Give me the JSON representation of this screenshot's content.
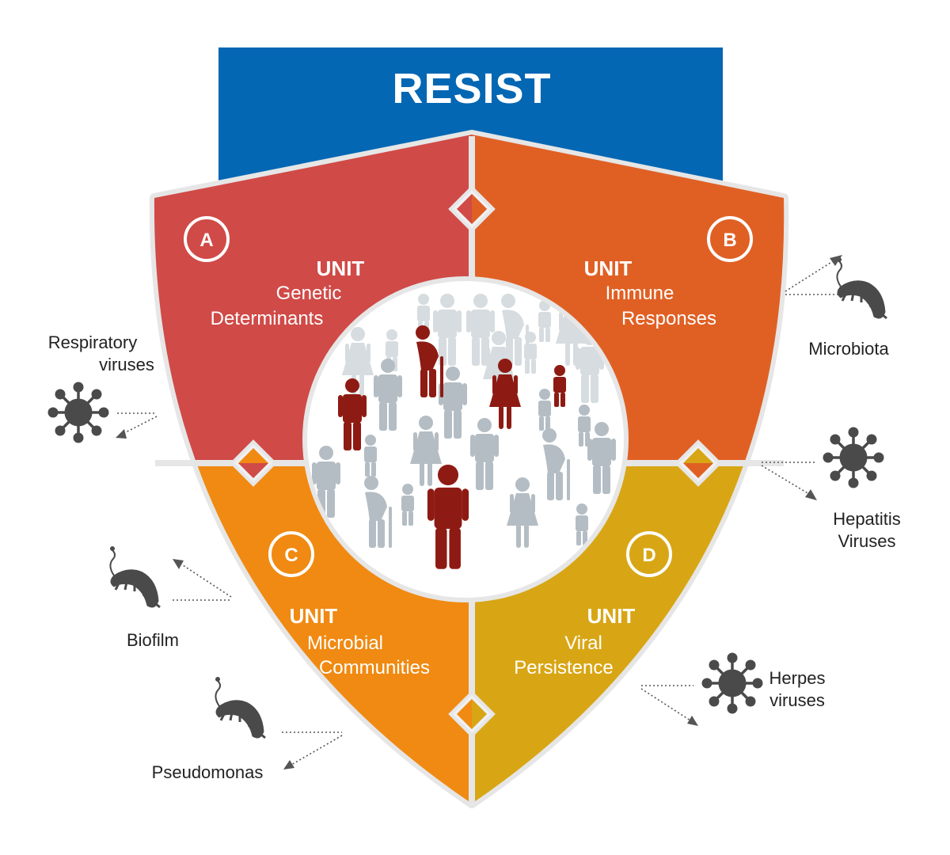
{
  "banner": {
    "title": "RESIST"
  },
  "units": [
    {
      "letter": "A",
      "keyword": "UNIT",
      "name_line1": "Genetic",
      "name_line2": "Determinants",
      "color": "#d04a47"
    },
    {
      "letter": "B",
      "keyword": "UNIT",
      "name_line1": "Immune",
      "name_line2": "Responses",
      "color": "#e06024"
    },
    {
      "letter": "C",
      "keyword": "UNIT",
      "name_line1": "Microbial",
      "name_line2": "Communities",
      "color": "#f08a12"
    },
    {
      "letter": "D",
      "keyword": "UNIT",
      "name_line1": "Viral",
      "name_line2": "Persistence",
      "color": "#d8a615"
    }
  ],
  "pathogens": {
    "respiratory": {
      "line1": "Respiratory",
      "line2": "viruses",
      "icon": "virus-icon"
    },
    "microbiota": {
      "line1": "Microbiota",
      "icon": "bacterium-icon"
    },
    "hepatitis": {
      "line1": "Hepatitis",
      "line2": "Viruses",
      "icon": "virus-icon"
    },
    "biofilm": {
      "line1": "Biofilm",
      "icon": "bacterium-icon"
    },
    "herpes": {
      "line1": "Herpes",
      "line2": "viruses",
      "icon": "virus-icon"
    },
    "pseudomonas": {
      "line1": "Pseudomonas",
      "icon": "bacterium-icon"
    }
  },
  "colors": {
    "banner": "#0467b3",
    "shield_border": "#e6e6e6",
    "icon": "#4a4a4a",
    "people_grey": "#b4bdc3",
    "people_red": "#8e1b13"
  }
}
